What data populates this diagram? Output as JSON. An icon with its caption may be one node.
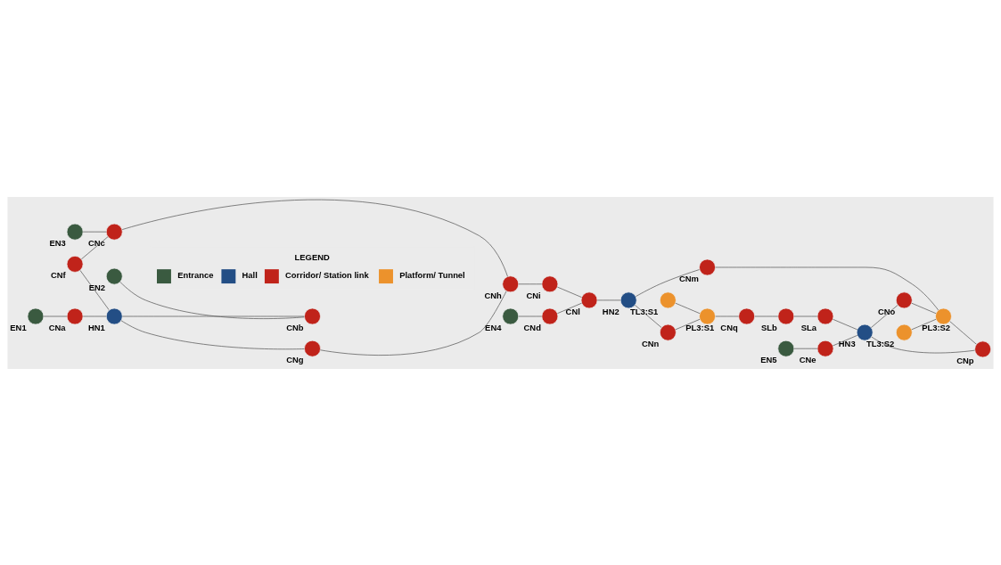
{
  "diagram": {
    "nodes": [
      {
        "text": [
          "EN3"
        ]
      },
      {
        "text": [
          "EN4"
        ]
      },
      {
        "text": [
          "EN5"
        ]
      },
      {
        "text": [
          "EN1"
        ]
      },
      {
        "text": [
          "CNa"
        ]
      },
      {
        "text": [
          "CNf"
        ]
      },
      {
        "text": [
          "CNc"
        ]
      },
      {
        "text": [
          "CNd"
        ]
      },
      {
        "text": [
          "TL3:S1"
        ]
      },
      {
        "text": [
          "CNe"
        ]
      },
      {
        "text": [
          "HN1"
        ]
      },
      {
        "text": [
          "CNn"
        ]
      },
      {
        "text": [
          "PL3:S1"
        ]
      },
      {
        "text": [
          "CNq"
        ]
      },
      {
        "text": [
          "SLb"
        ]
      },
      {
        "text": [
          "SLa"
        ]
      },
      {
        "text": [
          "HN3"
        ]
      },
      {
        "text": [
          "CNl"
        ]
      },
      {
        "text": [
          "EN2"
        ]
      },
      {
        "text": [
          "CNb"
        ]
      },
      {
        "text": [
          "CNg"
        ]
      },
      {
        "text": [
          "CNh"
        ]
      },
      {
        "text": [
          "CNi"
        ]
      },
      {
        "text": [
          "HN2"
        ]
      },
      {
        "text": [
          "TL3:S2"
        ]
      },
      {
        "text": [
          "CNo"
        ]
      },
      {
        "text": [
          "CNm"
        ]
      },
      {
        "text": [
          "PL3:S2"
        ]
      },
      {
        "text": [
          "CNp"
        ]
      }
    ],
    "edges": [
      {
        "from": 3,
        "to": 4,
        "arrow": "none"
      },
      {
        "from": 4,
        "to": 10,
        "arrow": "none"
      },
      {
        "from": 5,
        "to": 6,
        "arrow": "none"
      },
      {
        "from": 5,
        "to": 10,
        "arrow": "none"
      },
      {
        "from": 0,
        "to": 6,
        "arrow": "none"
      },
      {
        "from": 6,
        "to": 21,
        "arrow": "none"
      },
      {
        "from": 10,
        "to": 19,
        "arrow": "none"
      },
      {
        "from": 10,
        "to": 20,
        "arrow": "none"
      },
      {
        "from": 18,
        "to": 19,
        "arrow": "none"
      },
      {
        "from": 20,
        "to": 21,
        "arrow": "none"
      },
      {
        "from": 21,
        "to": 22,
        "arrow": "none"
      },
      {
        "from": 22,
        "to": 17,
        "arrow": "none"
      },
      {
        "from": 1,
        "to": 7,
        "arrow": "none"
      },
      {
        "from": 7,
        "to": 17,
        "arrow": "none"
      },
      {
        "from": 17,
        "to": 23,
        "arrow": "none"
      },
      {
        "from": 23,
        "to": 11,
        "arrow": "none"
      },
      {
        "from": 23,
        "to": 26,
        "arrow": "none"
      },
      {
        "from": 11,
        "to": 12,
        "arrow": "none"
      },
      {
        "from": 8,
        "to": 12,
        "arrow": "none"
      },
      {
        "from": 12,
        "to": 13,
        "arrow": "none"
      },
      {
        "from": 13,
        "to": 14,
        "arrow": "none"
      },
      {
        "from": 14,
        "to": 15,
        "arrow": "none"
      },
      {
        "from": 15,
        "to": 16,
        "arrow": "none"
      },
      {
        "from": 2,
        "to": 9,
        "arrow": "none"
      },
      {
        "from": 9,
        "to": 16,
        "arrow": "none"
      },
      {
        "from": 16,
        "to": 25,
        "arrow": "none"
      },
      {
        "from": 25,
        "to": 27,
        "arrow": "none"
      },
      {
        "from": 16,
        "to": 28,
        "arrow": "none"
      },
      {
        "from": 26,
        "to": 27,
        "arrow": "none"
      },
      {
        "from": 24,
        "to": 27,
        "arrow": "none"
      },
      {
        "from": 27,
        "to": 28,
        "arrow": "none"
      }
    ],
    "labels": [
      "LEGEND"
    ],
    "legend": [
      {
        "text": "Entrance",
        "color": "#3a5a40"
      },
      {
        "text": "Hall",
        "color": "#234e85"
      },
      {
        "text": "Corridor/ Station link",
        "color": "#c0231a"
      },
      {
        "text": "Platform/ Tunnel",
        "color": "#ec922c"
      }
    ]
  }
}
